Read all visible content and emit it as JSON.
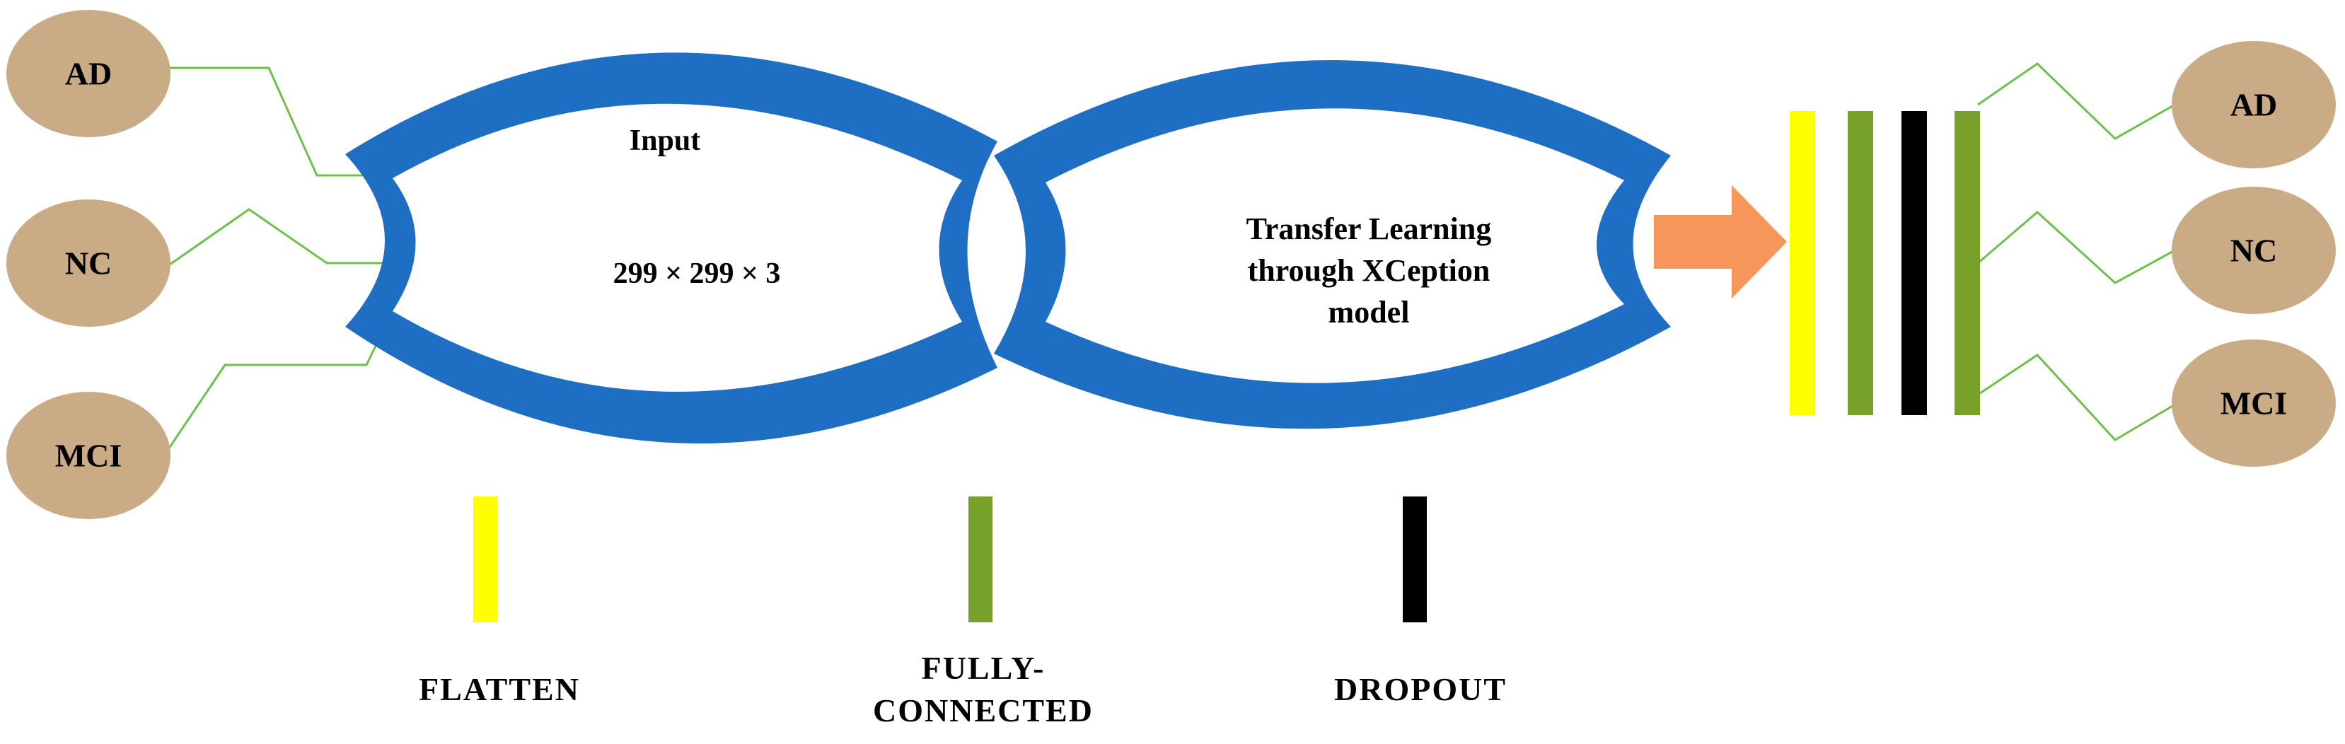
{
  "input_classes": {
    "ad": "AD",
    "nc": "NC",
    "mci": "MCI"
  },
  "output_classes": {
    "ad": "AD",
    "nc": "NC",
    "mci": "MCI"
  },
  "input_block": {
    "title": "Input",
    "shape": "299 × 299 × 3"
  },
  "model_block": {
    "line1": "Transfer Learning",
    "line2": "through XCeption",
    "line3": "model"
  },
  "legend": {
    "flatten": "FLATTEN",
    "fully_connected_line1": "FULLY-",
    "fully_connected_line2": "CONNECTED",
    "dropout": "DROPOUT"
  },
  "colors": {
    "lens_blue": "#1e6fc4",
    "node_fill": "#c9ab86",
    "connector_green": "#6fc04a",
    "arrow_orange": "#f7965a",
    "flatten_yellow": "#ffff00",
    "dense_green": "#77a12a",
    "dropout_black": "#000000"
  }
}
